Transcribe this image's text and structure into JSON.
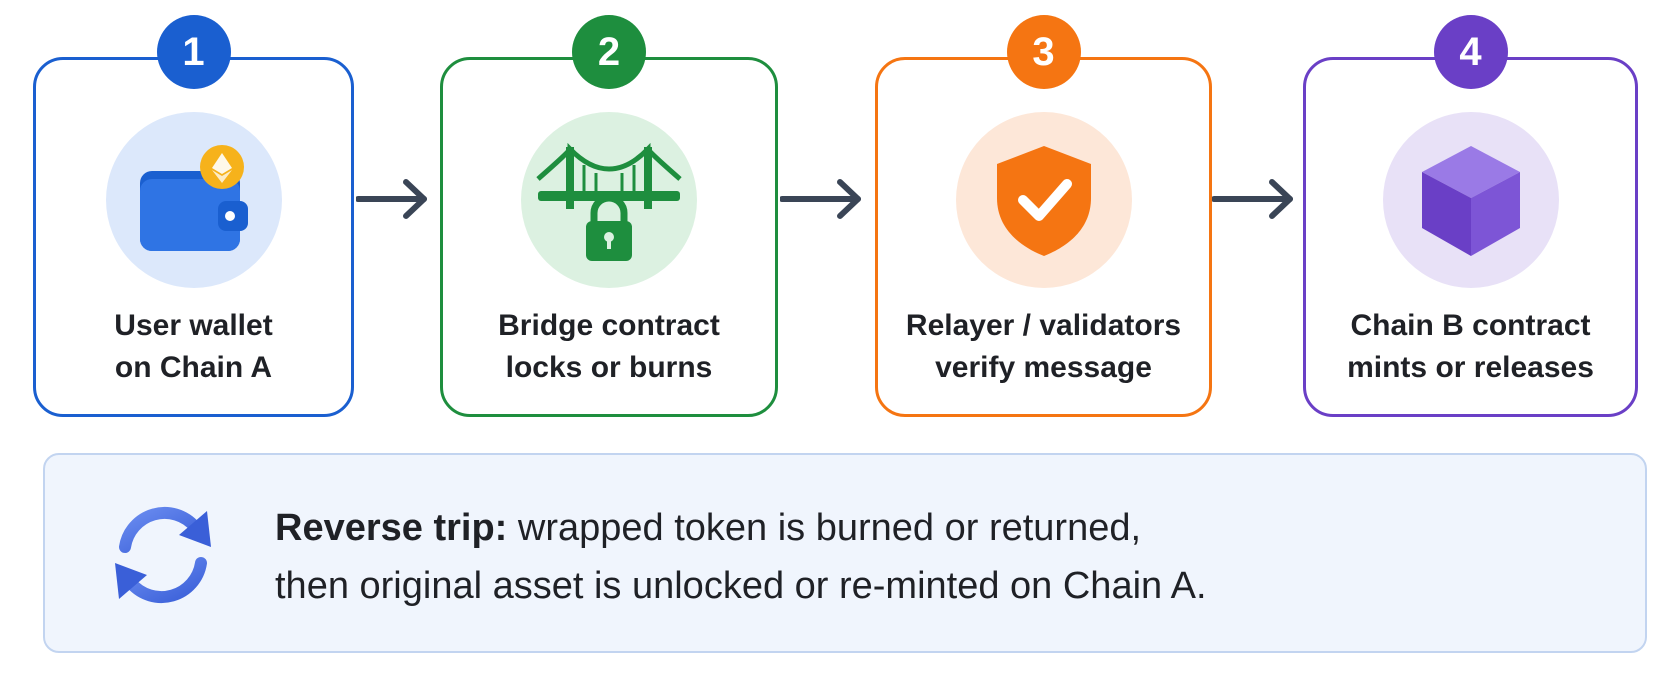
{
  "steps": [
    {
      "number": "1",
      "label": "User wallet\non Chain A",
      "icon": "wallet-icon",
      "accent": "#1a5fd0",
      "tint": "#dce8fb"
    },
    {
      "number": "2",
      "label": "Bridge contract\nlocks or burns",
      "icon": "bridge-lock-icon",
      "accent": "#1e8e3e",
      "tint": "#dcf1e1"
    },
    {
      "number": "3",
      "label": "Relayer / validators\nverify message",
      "icon": "shield-check-icon",
      "accent": "#f57512",
      "tint": "#fde7d8"
    },
    {
      "number": "4",
      "label": "Chain B contract\nmints or releases",
      "icon": "cube-icon",
      "accent": "#6a3fc6",
      "tint": "#e8e1f7"
    }
  ],
  "reverse": {
    "lead": "Reverse trip:",
    "line1_rest": " wrapped token is burned or returned,",
    "line2": "then original asset is unlocked or re-minted on Chain A.",
    "icon": "refresh-cycle-icon"
  },
  "colors": {
    "arrow": "#3a4556",
    "panel_bg": "#f0f5fd",
    "panel_border": "#c2d4f0",
    "eth_coin": "#f6b21b"
  }
}
